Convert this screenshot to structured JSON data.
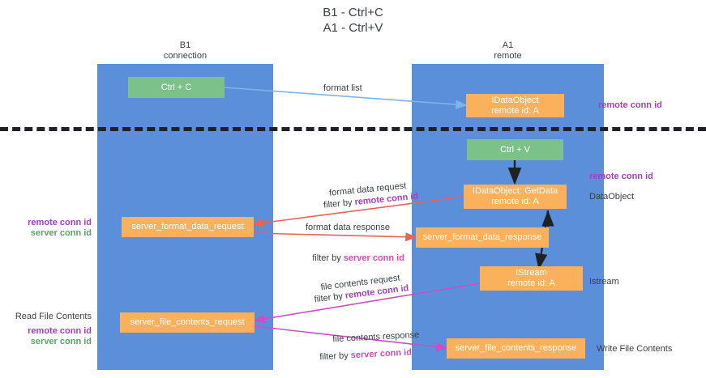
{
  "title": "B1 - Ctrl+C\nA1 - Ctrl+V",
  "lanes": [
    {
      "name": "b1",
      "header": "B1\nconnection"
    },
    {
      "name": "a1",
      "header": "A1\nremote"
    }
  ],
  "boxes": {
    "ctrl_c": "Ctrl + C",
    "ctrl_v": "Ctrl + V",
    "idataobject": "IDataObject\nremote id: A",
    "idataobject_getdata": "IDataObject::GetData\nremote id: A",
    "server_format_data_request": "server_format_data_request",
    "server_format_data_response": "server_format_data_response",
    "istream": "IStream\nremote id: A",
    "server_file_contents_request": "server_file_contents_request",
    "server_file_contents_response": "server_file_contents_response"
  },
  "edge_labels": {
    "format_list": "format list",
    "format_data_request": "format data request",
    "format_data_request_filter_prefix": "filter by ",
    "format_data_request_filter_key": "remote conn id",
    "format_data_response": "format data response",
    "format_data_response_filter_prefix": "filter by ",
    "format_data_response_filter_key": "server conn id",
    "file_contents_request": "file contents request",
    "file_contents_request_filter_prefix": "filter by ",
    "file_contents_request_filter_key": "remote conn id",
    "file_contents_response": "file contents response",
    "file_contents_response_filter_prefix": "filter by ",
    "file_contents_response_filter_key": "server conn id"
  },
  "side_labels": {
    "right_remote_conn_id_top": "remote conn id",
    "right_remote_conn_id_mid": "remote conn id",
    "right_dataobject": "DataObject",
    "right_istream": "Istream",
    "right_write_file_contents": "Write File Contents",
    "left_remote_conn_id_mid": "remote conn id",
    "left_server_conn_id_mid": "server conn id",
    "left_read_file_contents": "Read File Contents",
    "left_remote_conn_id_bottom": "remote conn id",
    "left_server_conn_id_bottom": "server conn id"
  },
  "colors": {
    "lane": "#5b8fd9",
    "green_box": "#7cc08a",
    "orange_box": "#fbb15c",
    "purple_text": "#a33ec4",
    "green_text": "#5aa469",
    "magenta_text": "#d64bb0",
    "divider": "#202124",
    "arrow_light_blue": "#7fb4e8",
    "arrow_black": "#202124",
    "arrow_red": "#e8635a",
    "arrow_magenta": "#c750c7",
    "text": "#3c4043"
  }
}
